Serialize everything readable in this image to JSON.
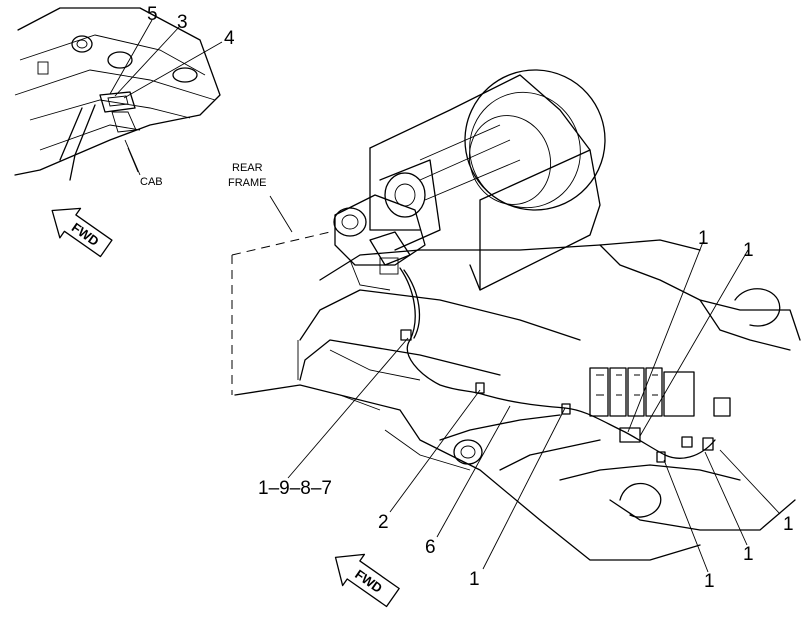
{
  "diagram": {
    "inset": {
      "callouts": [
        "5",
        "3",
        "4"
      ],
      "cab_label": "CAB",
      "fwd_label": "FWD"
    },
    "main": {
      "rear_frame_label": [
        "REAR",
        "FRAME"
      ],
      "fwd_label": "FWD",
      "callouts": {
        "c1_top_a": "1",
        "c1_top_b": "1",
        "c1_right": "1",
        "c1_lower_right": "1",
        "c1_bottom_mid": "1",
        "c1_bottom": "1",
        "c1987": "1–9–8–7",
        "c2": "2",
        "c6": "6"
      }
    }
  }
}
